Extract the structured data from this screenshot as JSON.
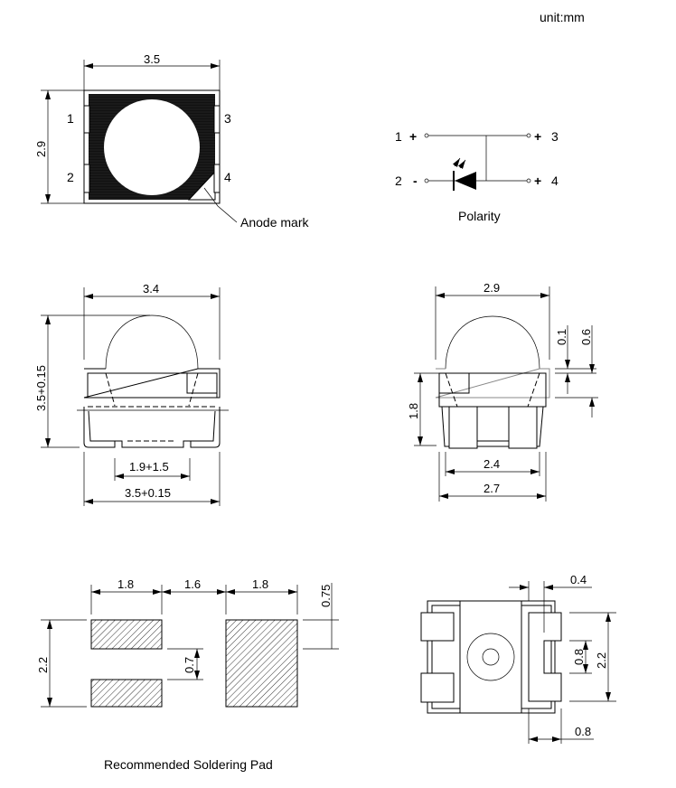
{
  "unit_label": "unit:mm",
  "top_view": {
    "width_dim": "3.5",
    "height_dim": "2.9",
    "pins": [
      "1",
      "2",
      "3",
      "4"
    ],
    "anode_label": "Anode mark"
  },
  "polarity": {
    "title": "Polarity",
    "pin1": "1",
    "pin1_sign": "+",
    "pin2": "2",
    "pin2_sign": "-",
    "pin3": "3",
    "pin3_sign": "+",
    "pin4": "4",
    "pin4_sign": "+"
  },
  "front_view": {
    "width_dim": "3.4",
    "height_dim": "3.5+0.15",
    "inner_dim": "1.9+1.5",
    "base_dim": "3.5+0.15"
  },
  "side_view": {
    "width_dim": "2.9",
    "dim_01": "0.1",
    "dim_06": "0.6",
    "height_dim": "1.8",
    "pad_dim": "2.4",
    "base_dim": "2.7"
  },
  "solder_pad": {
    "title": "Recommended Soldering Pad",
    "dim_a": "1.8",
    "dim_gap": "1.6",
    "dim_b": "1.8",
    "dim_075": "0.75",
    "dim_height": "2.2",
    "dim_07": "0.7"
  },
  "bottom_view": {
    "dim_04": "0.4",
    "dim_08_v": "0.8",
    "dim_22": "2.2",
    "dim_08_h": "0.8"
  }
}
